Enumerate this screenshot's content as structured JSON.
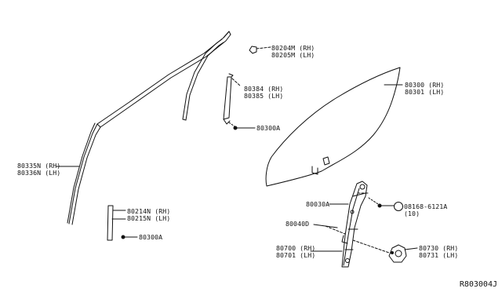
{
  "diagram": {
    "reference_code": "R803004J",
    "callouts": [
      {
        "id": "molding_outer",
        "lines": [
          "80204M (RH)",
          "80205M (LH)"
        ]
      },
      {
        "id": "sash",
        "lines": [
          "80384 (RH)",
          "80385 (LH)"
        ]
      },
      {
        "id": "clip_upper",
        "lines": [
          "80300A"
        ]
      },
      {
        "id": "weatherstrip",
        "lines": [
          "80335N (RH)",
          "80336N (LH)"
        ]
      },
      {
        "id": "molding_lower",
        "lines": [
          "80214N (RH)",
          "80215N (LH)"
        ]
      },
      {
        "id": "clip_lower",
        "lines": [
          "80300A"
        ]
      },
      {
        "id": "glass",
        "lines": [
          "80300 (RH)",
          "80301 (LH)"
        ]
      },
      {
        "id": "bolt",
        "lines": [
          "08168-6121A",
          "(10)"
        ]
      },
      {
        "id": "regulator_bracket",
        "lines": [
          "80030A"
        ]
      },
      {
        "id": "regulator_cable",
        "lines": [
          "80040D"
        ]
      },
      {
        "id": "regulator",
        "lines": [
          "80700 (RH)",
          "80701 (LH)"
        ]
      },
      {
        "id": "motor",
        "lines": [
          "80730 (RH)",
          "80731 (LH)"
        ]
      }
    ]
  }
}
